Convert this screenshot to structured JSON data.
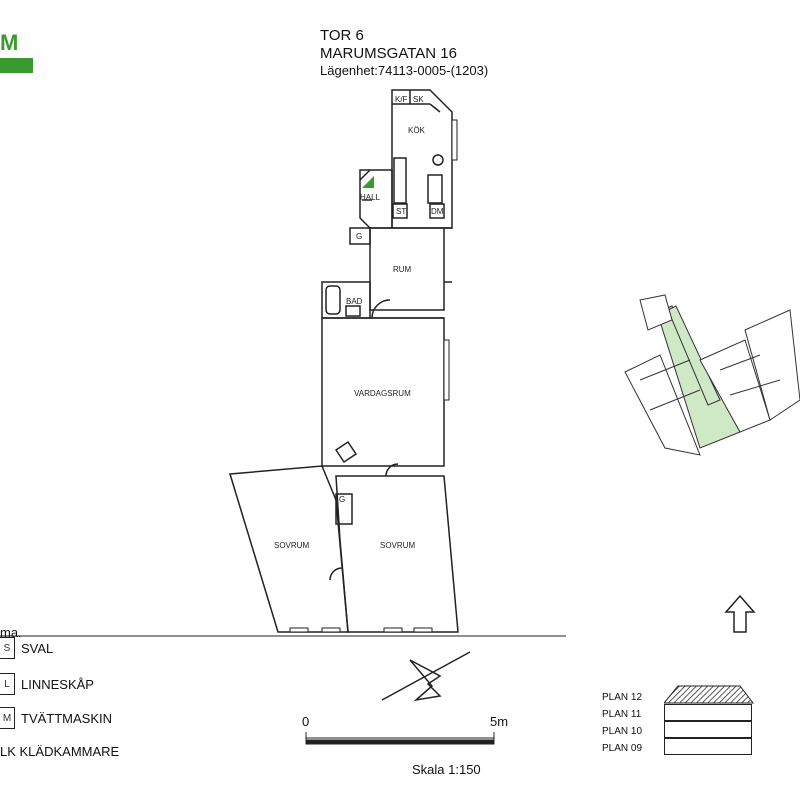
{
  "header": {
    "logo_letter": "M",
    "line1": "TOR 6",
    "line2": "MARUMSGATAN 16",
    "line3": "Lägenhet:74113-0005-(1203)"
  },
  "rooms": {
    "kf": "K/F",
    "sk": "SK",
    "kok": "KÖK",
    "hall": "HALL",
    "st": "ST",
    "dm": "DM",
    "g1": "G",
    "rum": "RUM",
    "bad": "BAD",
    "vardagsrum": "VARDAGSRUM",
    "g2": "G",
    "sovrum1": "SOVRUM",
    "sovrum2": "SOVRUM"
  },
  "legend": {
    "heading": "ma.",
    "items": [
      {
        "code": "S",
        "label": "SVAL"
      },
      {
        "code": "L",
        "label": "LINNESKÅP"
      },
      {
        "code": "M",
        "label": "TVÄTTMASKIN"
      },
      {
        "code": "",
        "label": "LK KLÄDKAMMARE"
      }
    ]
  },
  "scale": {
    "start": "0",
    "end": "5m",
    "caption": "Skala 1:150"
  },
  "floors": [
    {
      "label": "PLAN 12",
      "highlight": true
    },
    {
      "label": "PLAN 11",
      "highlight": false
    },
    {
      "label": "PLAN 10",
      "highlight": false
    },
    {
      "label": "PLAN 09",
      "highlight": false
    }
  ],
  "colors": {
    "brand_green": "#3a9a2e",
    "highlight_green": "#cfe8c6",
    "line": "#222222"
  }
}
